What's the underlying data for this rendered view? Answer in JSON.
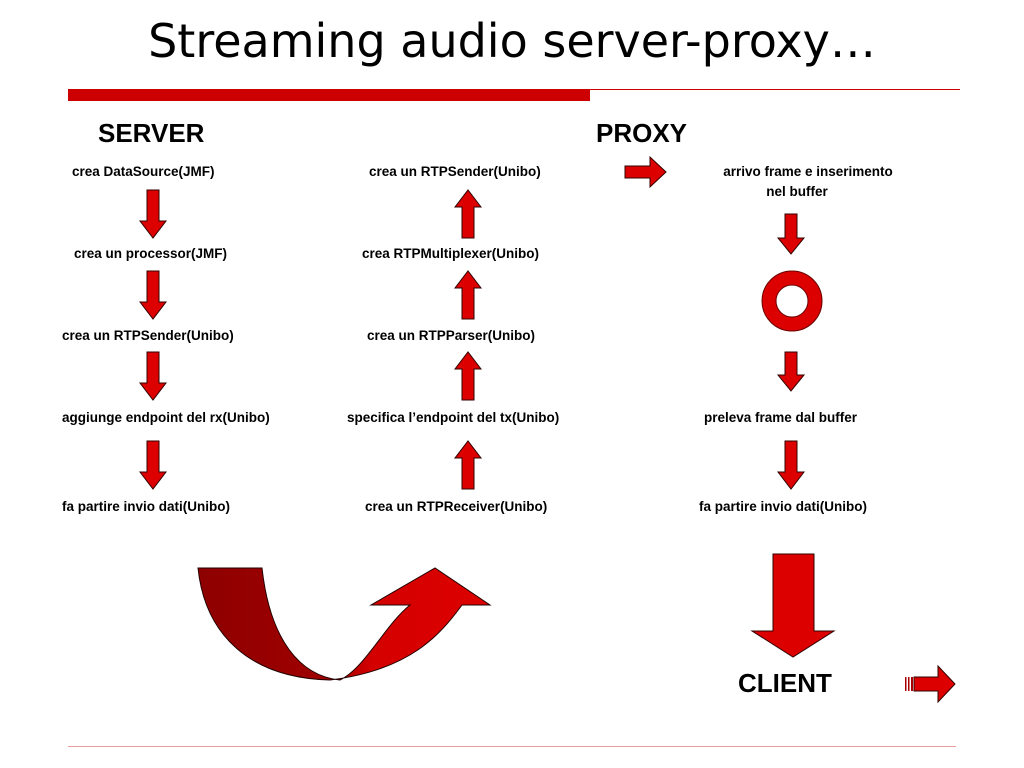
{
  "slide": {
    "title": "Streaming audio server-proxy…"
  },
  "headings": {
    "server": "SERVER",
    "proxy": "PROXY",
    "client": "CLIENT"
  },
  "server_steps": [
    "crea DataSource(JMF)",
    "crea un processor(JMF)",
    "crea un RTPSender(Unibo)",
    "aggiunge endpoint del rx(Unibo)",
    "fa partire invio dati(Unibo)"
  ],
  "proxy_receive_steps": [
    "crea un RTPSender(Unibo)",
    "crea RTPMultiplexer(Unibo)",
    "crea un RTPParser(Unibo)",
    "specifica l’endpoint del tx(Unibo)",
    "crea un RTPReceiver(Unibo)"
  ],
  "proxy_buffer_steps": {
    "arrival_line1": "arrivo frame e inserimento",
    "arrival_line2": "nel buffer",
    "take_frame": "preleva frame dal buffer",
    "start_send": "fa partire invio dati(Unibo)"
  },
  "colors": {
    "accent": "#cc0000",
    "arrow_fill": "#dd0000",
    "arrow_dark": "#990000",
    "rule_light": "#e8a0a0"
  },
  "icons": {
    "down_arrow": "down-arrow-icon",
    "up_arrow": "up-arrow-icon",
    "right_arrow": "right-arrow-icon",
    "buffer_ring": "ring-icon",
    "u_turn_arrow": "u-turn-arrow-icon",
    "big_down_arrow": "big-down-arrow-icon",
    "striped_right_arrow": "striped-right-arrow-icon"
  }
}
